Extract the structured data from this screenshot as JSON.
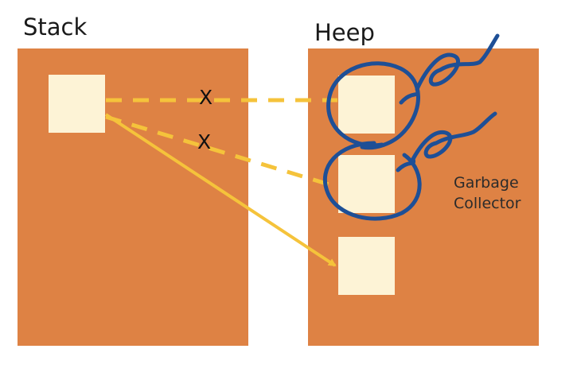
{
  "stack": {
    "title": "Stack"
  },
  "heap": {
    "title": "Heep"
  },
  "references": [
    {
      "from": "stack-object",
      "to": "heap-object-1",
      "style": "dashed",
      "mark": "X"
    },
    {
      "from": "stack-object",
      "to": "heap-object-2",
      "style": "dashed",
      "mark": "X"
    },
    {
      "from": "stack-object",
      "to": "heap-object-3",
      "style": "solid-arrow"
    }
  ],
  "garbage_collector": {
    "line1": "Garbage",
    "line2": "Collector"
  },
  "colors": {
    "panel": "#de8244",
    "object": "#fdf3d6",
    "reference": "#f5c33b",
    "scribble": "#1e4f96",
    "background": "#ffffff"
  }
}
